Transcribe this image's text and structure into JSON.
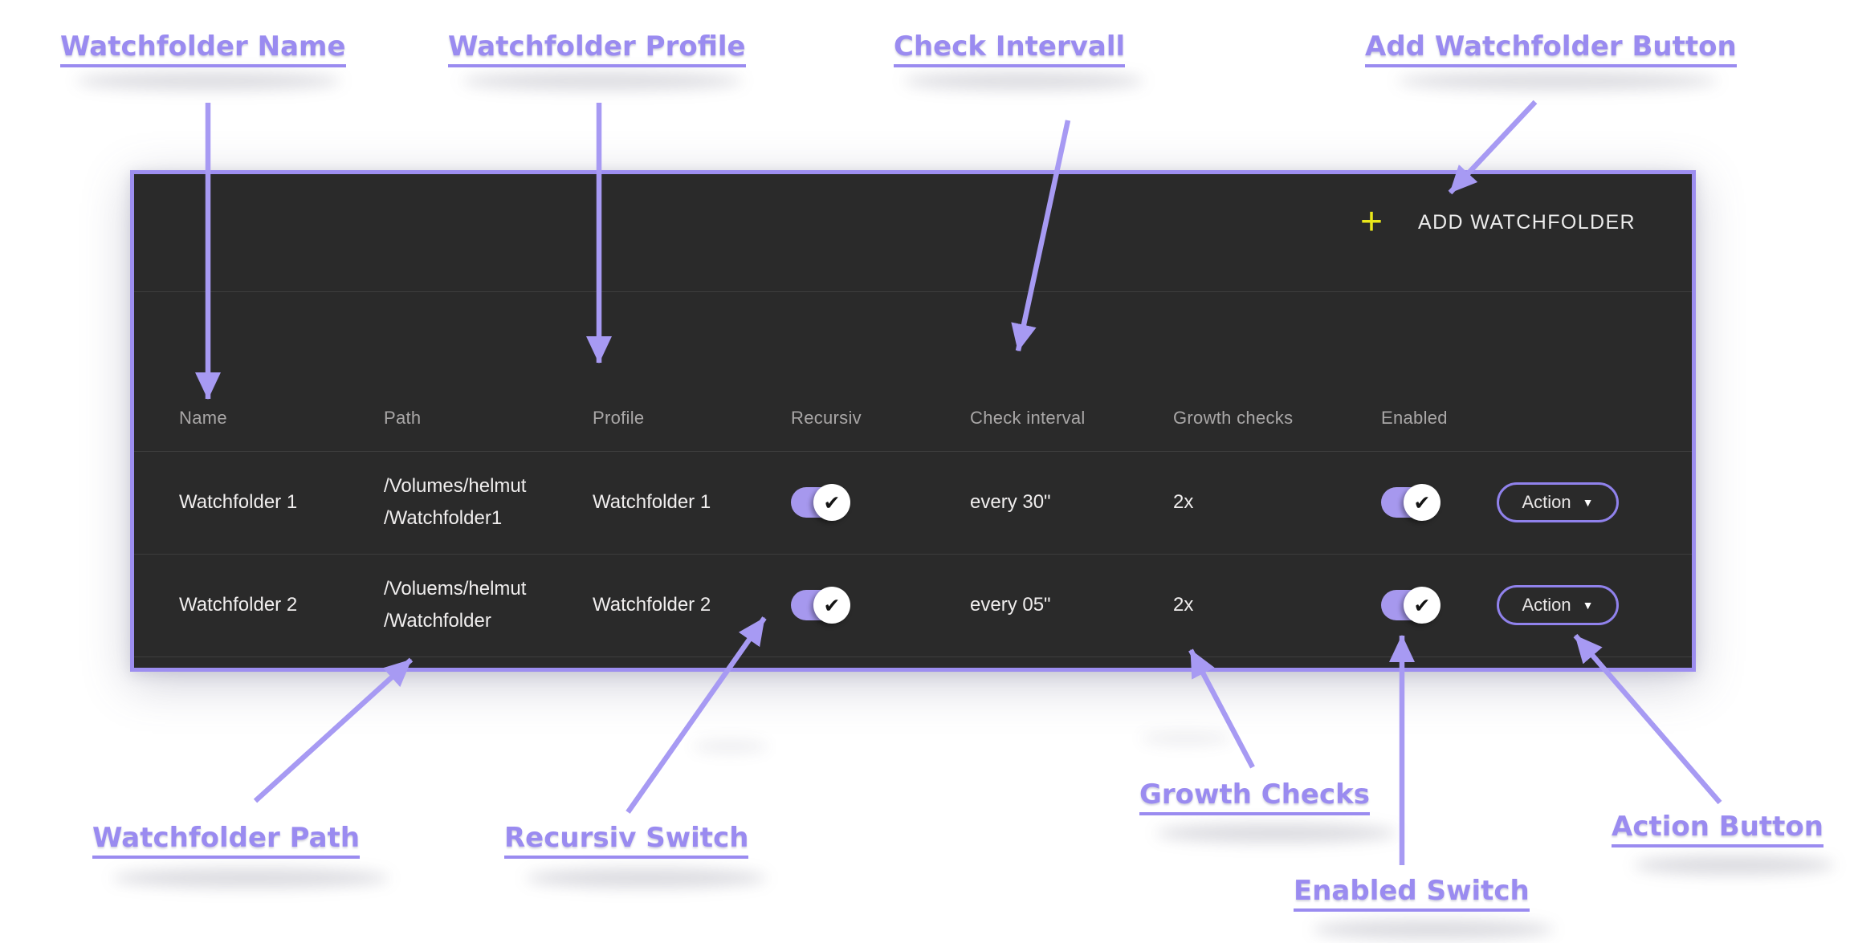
{
  "annotations": {
    "top": [
      {
        "label": "Watchfolder Name"
      },
      {
        "label": "Watchfolder Profile"
      },
      {
        "label": "Check Intervall"
      },
      {
        "label": "Add Watchfolder Button"
      }
    ],
    "bottom": [
      {
        "label": "Watchfolder Path"
      },
      {
        "label": "Recursiv Switch"
      },
      {
        "label": "Growth Checks"
      },
      {
        "label": "Enabled Switch"
      },
      {
        "label": "Action Button"
      }
    ]
  },
  "icons": {
    "plus": "+",
    "check": "✔",
    "caret_down": "▼"
  },
  "colors": {
    "accent_purple": "#9a8bf0",
    "panel_border": "#9d8ef0",
    "panel_bg": "#2a2a2a",
    "toggle_track": "#a698ee",
    "plus_yellow": "#e9e71a"
  },
  "panel": {
    "toolbar": {
      "add_watchfolder_label": "ADD WATCHFOLDER"
    },
    "table": {
      "headers": [
        "Name",
        "Path",
        "Profile",
        "Recursiv",
        "Check interval",
        "Growth checks",
        "Enabled"
      ],
      "rows": [
        {
          "name": "Watchfolder 1",
          "path_line1": "/Volumes/helmut",
          "path_line2": "/Watchfolder1",
          "profile": "Watchfolder 1",
          "recursiv_on": true,
          "check_interval": "every 30\"",
          "growth_checks": "2x",
          "enabled_on": true,
          "action_label": "Action"
        },
        {
          "name": "Watchfolder 2",
          "path_line1": "/Voluems/helmut",
          "path_line2": "/Watchfolder",
          "profile": "Watchfolder 2",
          "recursiv_on": true,
          "check_interval": "every 05\"",
          "growth_checks": "2x",
          "enabled_on": true,
          "action_label": "Action"
        }
      ]
    }
  }
}
